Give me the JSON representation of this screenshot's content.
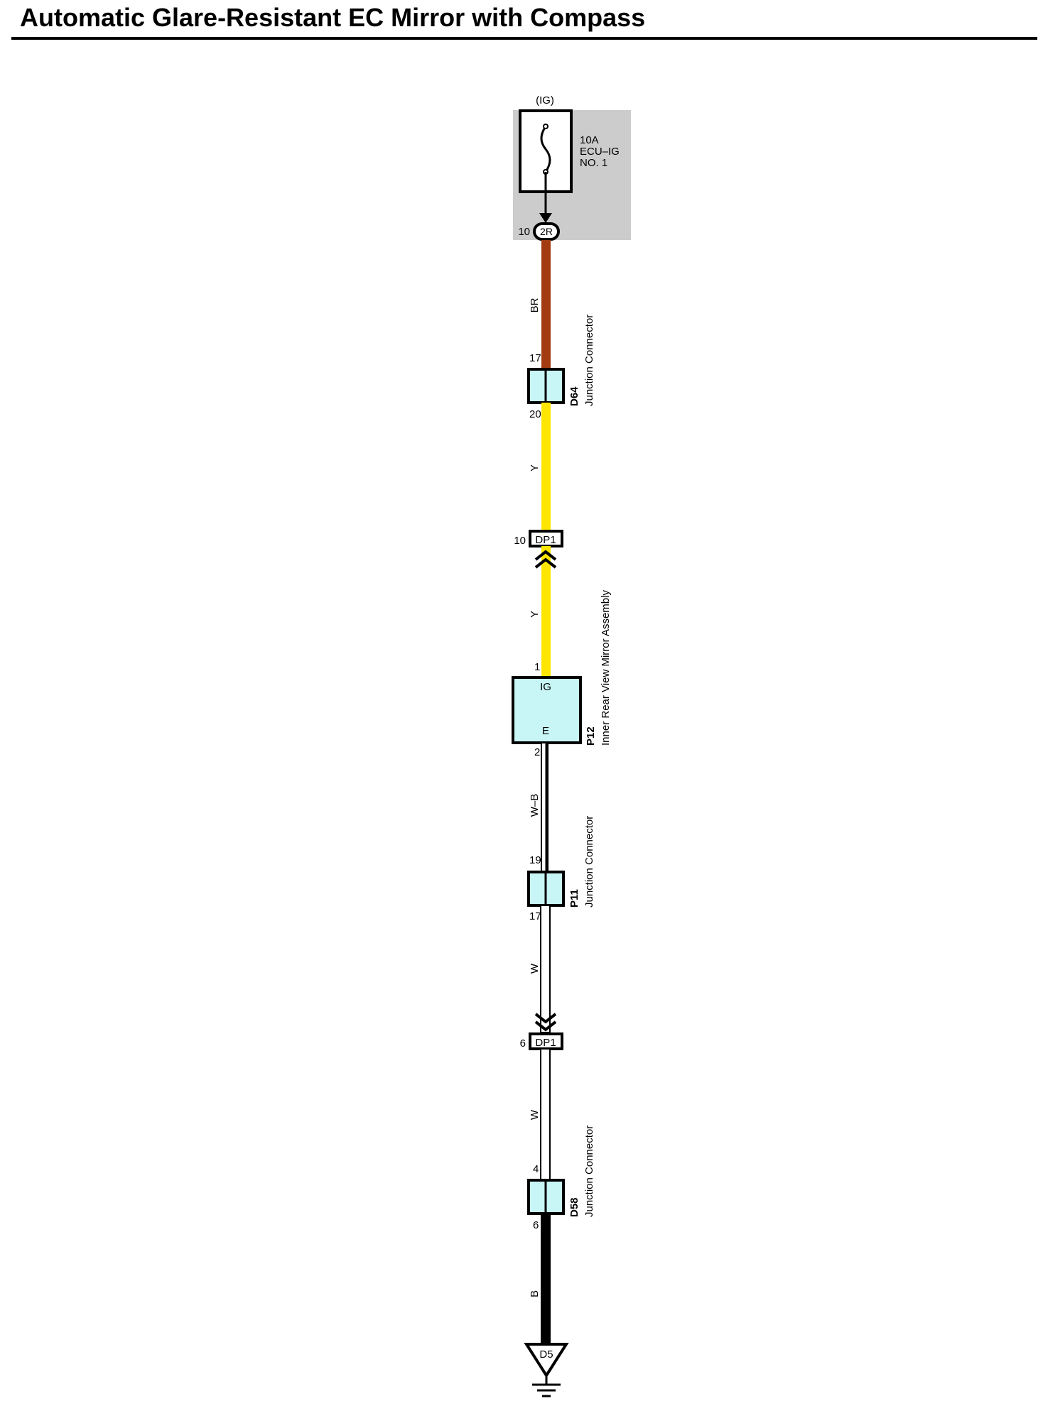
{
  "title": "Automatic Glare-Resistant EC Mirror with Compass",
  "colors": {
    "BR": "#a23b10",
    "Y": "#ffe600",
    "W": "#ffffff",
    "B": "#000000",
    "connector_fill": "#c8f5f5",
    "fuse_box_fill": "#cccccc"
  },
  "fuse": {
    "power_source": "(IG)",
    "rating": "10A",
    "name_line1": "ECU–IG",
    "name_line2": "NO. 1",
    "connector": "2R",
    "pin": "10"
  },
  "wires": {
    "br": "BR",
    "y_upper": "Y",
    "y_lower": "Y",
    "wb": "W–B",
    "w_upper": "W",
    "w_lower": "W",
    "b": "B"
  },
  "junction_d64": {
    "id": "D64",
    "name": "Junction Connector",
    "pin_in": "17",
    "pin_out": "20"
  },
  "inline_dp1_upper": {
    "id": "DP1",
    "pin": "10"
  },
  "mirror_p12": {
    "id": "P12",
    "name": "Inner Rear View Mirror Assembly",
    "pin_ig": "1",
    "pin_e": "2",
    "terminal_ig": "IG",
    "terminal_e": "E"
  },
  "junction_p11": {
    "id": "P11",
    "name": "Junction Connector",
    "pin_in": "19",
    "pin_out": "17"
  },
  "inline_dp1_lower": {
    "id": "DP1",
    "pin": "6"
  },
  "junction_d58": {
    "id": "D58",
    "name": "Junction Connector",
    "pin_in": "4",
    "pin_out": "6"
  },
  "ground": {
    "id": "D5"
  }
}
